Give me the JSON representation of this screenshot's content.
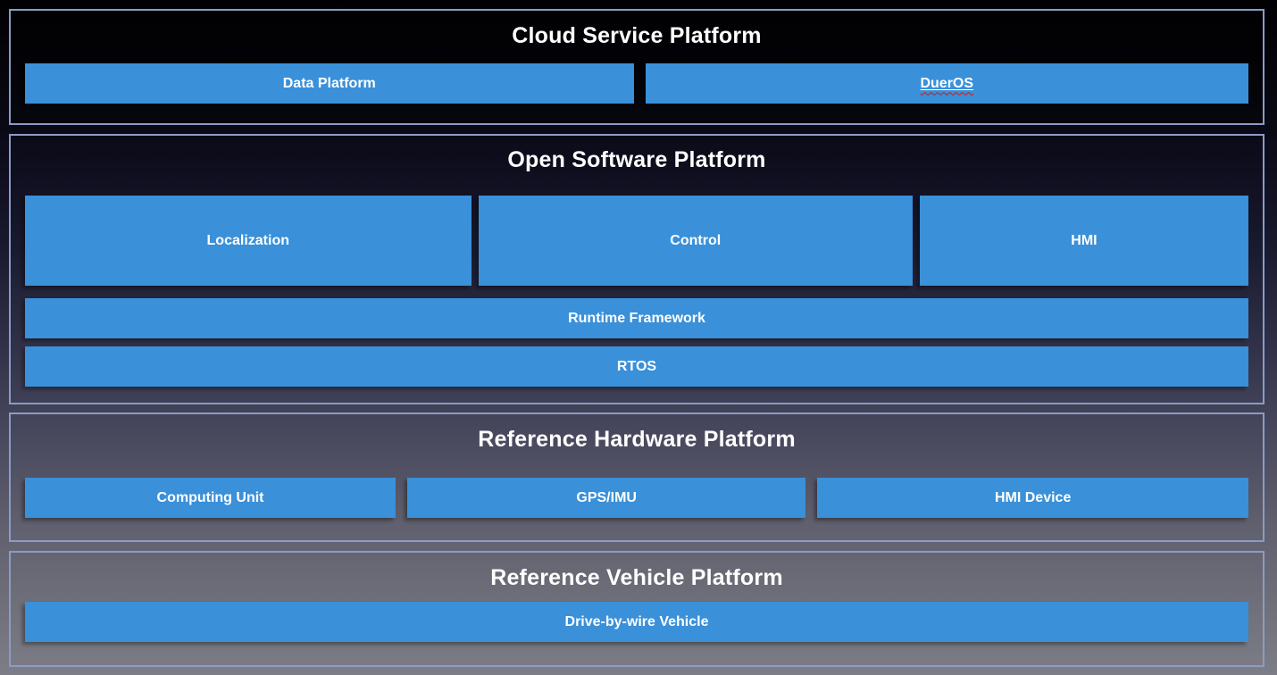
{
  "diagram": {
    "colors": {
      "box_blue": "#3a90d9",
      "section_border": "#8b9cc4",
      "label_text": "#ffffff",
      "spellcheck_underline": "#cc1b14"
    },
    "sections": {
      "cloud": {
        "title": "Cloud Service Platform",
        "boxes": {
          "data_platform": "Data Platform",
          "dueros": "DuerOS"
        }
      },
      "software": {
        "title": "Open Software Platform",
        "boxes": {
          "localization": "Localization",
          "control": "Control",
          "hmi": "HMI",
          "runtime_framework": "Runtime Framework",
          "rtos": "RTOS"
        }
      },
      "hardware": {
        "title": "Reference Hardware Platform",
        "boxes": {
          "computing_unit": "Computing Unit",
          "gps_imu": "GPS/IMU",
          "hmi_device": "HMI Device"
        }
      },
      "vehicle": {
        "title": "Reference Vehicle Platform",
        "boxes": {
          "drive_by_wire": "Drive-by-wire Vehicle"
        }
      }
    }
  }
}
